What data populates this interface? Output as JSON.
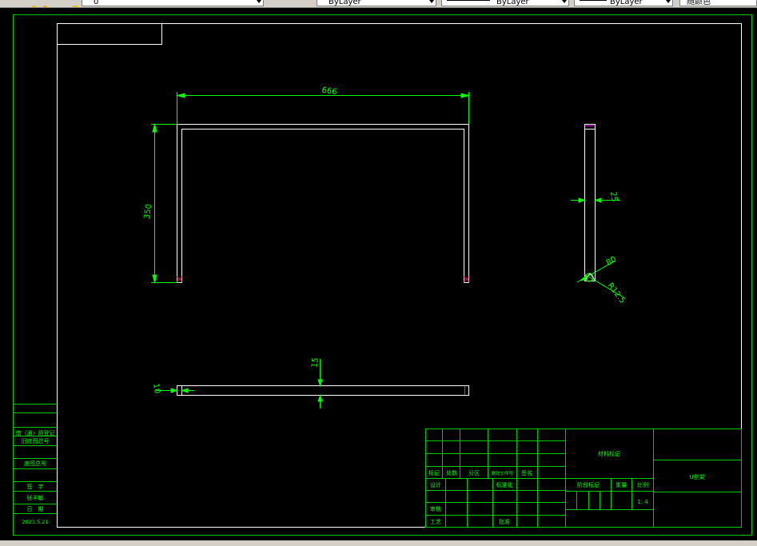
{
  "toolbar": {
    "layer_value": "0",
    "color_value": "ByLayer",
    "linetype_value": "ByLayer",
    "lineweight_value": "ByLayer",
    "plotstyle_value": "随颜色"
  },
  "drawing": {
    "dimensions": {
      "front_width": "666",
      "front_height": "350",
      "side_thickness": "25",
      "side_angle": "80",
      "side_radius": "R12.5",
      "plan_left": "10",
      "plan_height": "15"
    },
    "left_strip": {
      "reg_label": "借（通）用登记",
      "old_base_label": "旧底图总号",
      "base_no_label": "底图总号",
      "sign_label": "签　字",
      "signer": "张丰敏",
      "date_label": "日　期",
      "date_value": "2021.5.21"
    },
    "title_block": {
      "headers": [
        "标记",
        "处数",
        "分区",
        "更改文件号",
        "签名"
      ],
      "design_label": "设计",
      "standard_label": "标准化",
      "review_label": "审核",
      "process_label": "工艺",
      "approve_label": "批准",
      "material_label": "材料标记",
      "stage_label": "阶段标记",
      "weight_label": "重量",
      "scale_label": "比例",
      "scale_value": "1: 4",
      "drawing_name": "U型架"
    }
  }
}
